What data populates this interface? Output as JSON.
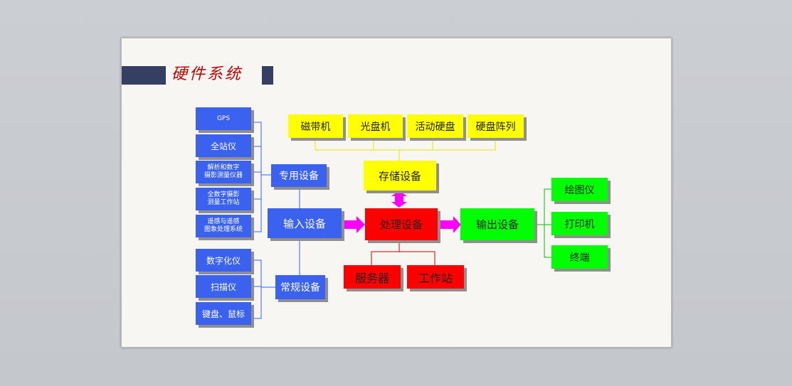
{
  "title": "硬件系统",
  "left_group_top": [
    "GPS",
    "全站仪",
    "解析和数字\n摄影测量仪器",
    "全数字摄影\n测量工作站",
    "遥感与遥感\n图象处理系统"
  ],
  "left_group_bottom": [
    "数字化仪",
    "扫描仪",
    "键盘、鼠标"
  ],
  "special_device": "专用设备",
  "input_device": "输入设备",
  "regular_device": "常规设备",
  "storage_items": [
    "磁带机",
    "光盘机",
    "活动硬盘",
    "硬盘阵列"
  ],
  "storage_device": "存储设备",
  "processing_device": "处理设备",
  "processing_outputs": [
    "服务器",
    "工作站"
  ],
  "output_device": "输出设备",
  "output_items": [
    "绘图仪",
    "打印机",
    "终端"
  ],
  "colors": {
    "blue": "#3a61f0",
    "yellow": "#ffff00",
    "red": "#ff0000",
    "green": "#00ff00",
    "magenta": "#ff00ff",
    "title": "#c00000",
    "title_bar": "#353f63"
  }
}
